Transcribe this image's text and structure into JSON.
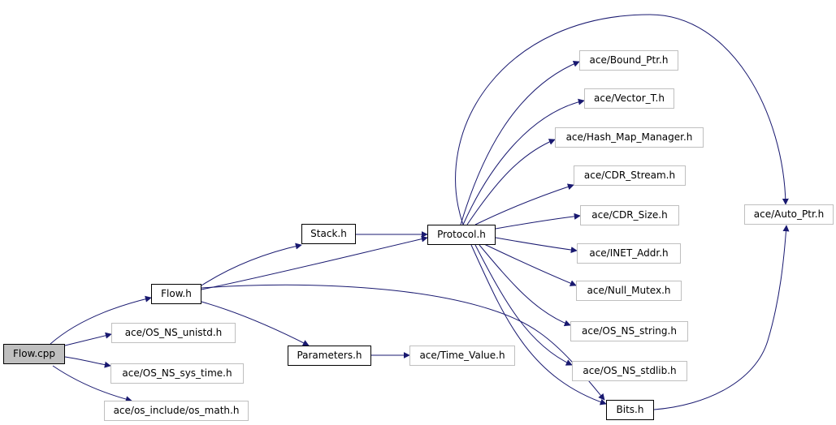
{
  "nodes": {
    "flow_cpp": "Flow.cpp",
    "flow_h": "Flow.h",
    "os_ns_unistd": "ace/OS_NS_unistd.h",
    "os_ns_sys_time": "ace/OS_NS_sys_time.h",
    "os_math": "ace/os_include/os_math.h",
    "stack_h": "Stack.h",
    "protocol_h": "Protocol.h",
    "parameters_h": "Parameters.h",
    "time_value": "ace/Time_Value.h",
    "bound_ptr": "ace/Bound_Ptr.h",
    "vector_t": "ace/Vector_T.h",
    "hash_map_manager": "ace/Hash_Map_Manager.h",
    "cdr_stream": "ace/CDR_Stream.h",
    "cdr_size": "ace/CDR_Size.h",
    "inet_addr": "ace/INET_Addr.h",
    "null_mutex": "ace/Null_Mutex.h",
    "os_ns_string": "ace/OS_NS_string.h",
    "os_ns_stdlib": "ace/OS_NS_stdlib.h",
    "auto_ptr": "ace/Auto_Ptr.h",
    "bits_h": "Bits.h"
  },
  "colors": {
    "edge": "#191970",
    "local_border": "#000000",
    "external_border": "#bfbfbf",
    "root_fill": "#bfbfbf"
  }
}
